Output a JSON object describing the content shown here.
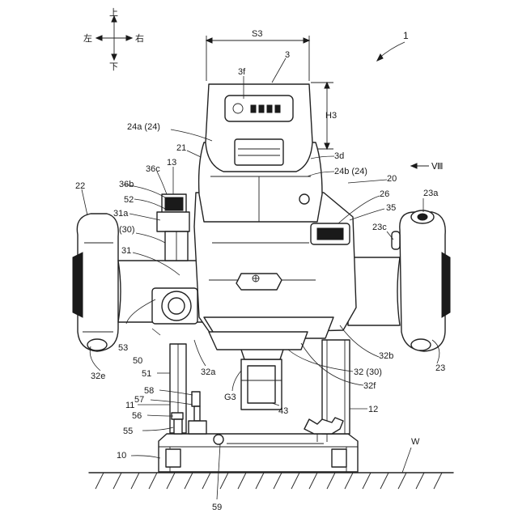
{
  "figure_number": "1",
  "direction_labels": {
    "up": "上",
    "down": "下",
    "left": "左",
    "right": "右"
  },
  "dimensions": {
    "width": "S3",
    "height": "H3"
  },
  "view_marker": "Ⅷ",
  "work_label": "W",
  "labels": {
    "l3": "3",
    "l3f": "3f",
    "l24a": "24a (24)",
    "l21": "21",
    "l3d": "3d",
    "l24b": "24b (24)",
    "l20": "20",
    "l26": "26",
    "l35": "35",
    "l23a": "23a",
    "l23c": "23c",
    "l22": "22",
    "l36b": "36b",
    "l36c": "36c",
    "l13": "13",
    "l52": "52",
    "l31a": "31a",
    "l30p": "(30)",
    "l31": "31",
    "l53": "53",
    "l50": "50",
    "l32e": "32e",
    "l51": "51",
    "l32a": "32a",
    "l58": "58",
    "l57": "57",
    "l11": "11",
    "l56": "56",
    "l55": "55",
    "l10": "10",
    "l59": "59",
    "lG3": "G3",
    "l43": "43",
    "l32f": "32f",
    "l32_30": "32 (30)",
    "l32b": "32b",
    "l23": "23",
    "l12": "12"
  }
}
